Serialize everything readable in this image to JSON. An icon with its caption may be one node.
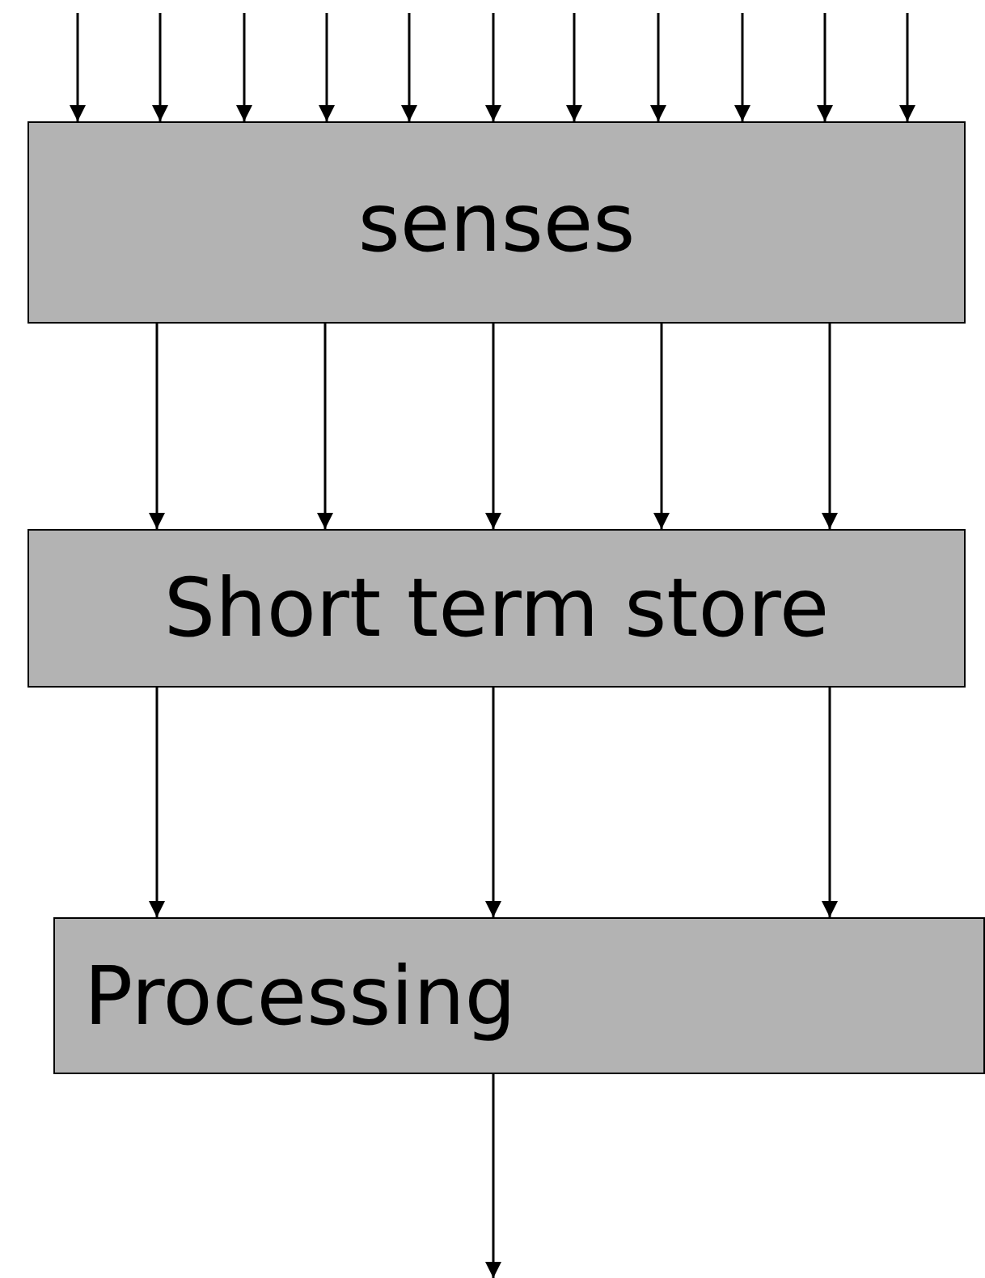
{
  "diagram": {
    "nodes": [
      {
        "text": [
          "senses"
        ]
      },
      {
        "text": [
          "Short term store"
        ]
      },
      {
        "text": [
          "Processing"
        ]
      }
    ],
    "edges": [
      {
        "from": null,
        "to": 0,
        "arrow": "to"
      },
      {
        "from": null,
        "to": 0,
        "arrow": "to"
      },
      {
        "from": null,
        "to": 0,
        "arrow": "to"
      },
      {
        "from": null,
        "to": 0,
        "arrow": "to"
      },
      {
        "from": null,
        "to": 0,
        "arrow": "to"
      },
      {
        "from": null,
        "to": 0,
        "arrow": "to"
      },
      {
        "from": null,
        "to": 0,
        "arrow": "to"
      },
      {
        "from": null,
        "to": 0,
        "arrow": "to"
      },
      {
        "from": null,
        "to": 0,
        "arrow": "to"
      },
      {
        "from": null,
        "to": 0,
        "arrow": "to"
      },
      {
        "from": null,
        "to": 0,
        "arrow": "to"
      },
      {
        "from": 0,
        "to": 1,
        "arrow": "to"
      },
      {
        "from": 0,
        "to": 1,
        "arrow": "to"
      },
      {
        "from": 0,
        "to": 1,
        "arrow": "to"
      },
      {
        "from": 0,
        "to": 1,
        "arrow": "to"
      },
      {
        "from": 0,
        "to": 1,
        "arrow": "to"
      },
      {
        "from": 1,
        "to": 2,
        "arrow": "to"
      },
      {
        "from": 1,
        "to": 2,
        "arrow": "to"
      },
      {
        "from": 1,
        "to": 2,
        "arrow": "to"
      },
      {
        "from": 2,
        "to": null,
        "arrow": "to"
      }
    ]
  }
}
